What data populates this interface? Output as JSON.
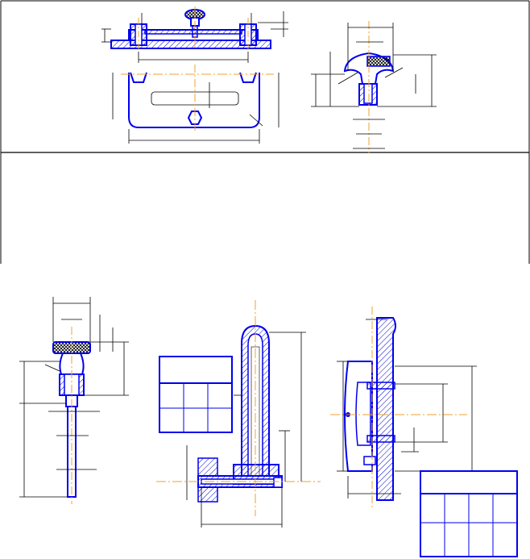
{
  "sheet": {
    "colors": {
      "outline": "#0000ee",
      "dimension": "#000000",
      "centerline": "#f0a030",
      "hatch": "#0000cc",
      "background": "#ffffff"
    }
  },
  "upper_panel": {
    "front_view": {
      "name": "lid-with-knob-front-section"
    },
    "plan_view": {
      "name": "lid-plan-view"
    },
    "side_view": {
      "name": "knob-side-section"
    }
  },
  "lower_panel": {
    "knob_detail": {
      "name": "knurled-knob-detail"
    },
    "pipe_detail": {
      "name": "bent-pipe-assembly-section"
    },
    "handle_detail": {
      "name": "wall-handle-section"
    },
    "table_left": {
      "rows": 3,
      "cols": 3
    },
    "table_right": {
      "rows": 3,
      "cols": 4
    }
  }
}
